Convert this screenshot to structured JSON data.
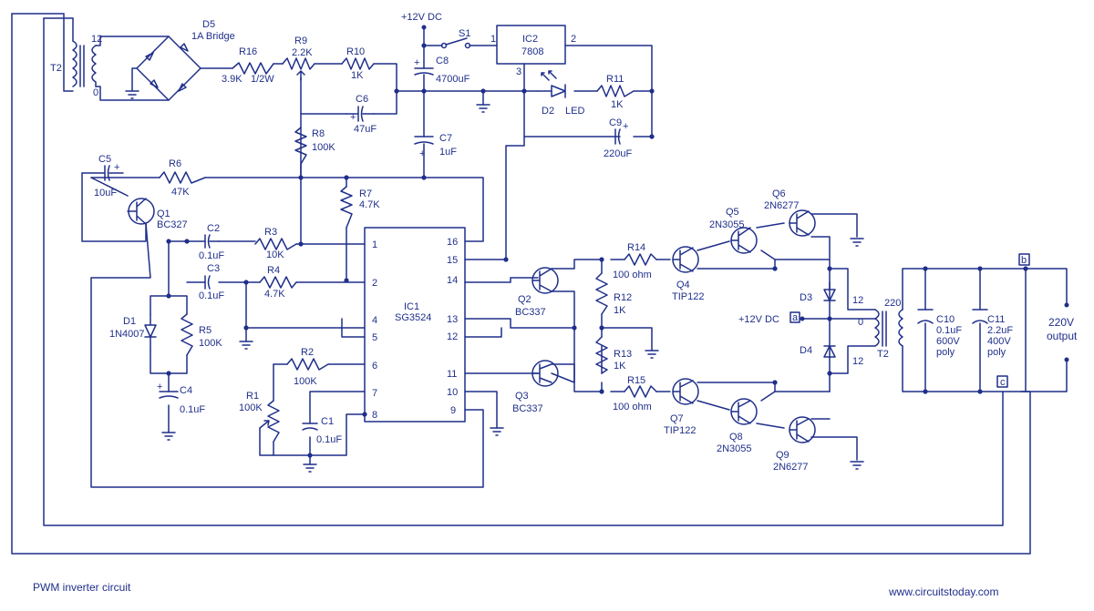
{
  "title": "PWM inverter circuit",
  "website": "www.circuitstoday.com",
  "colors": {
    "wire": "#1f2f8a",
    "background": "#ffffff"
  },
  "components": {
    "T2_left": {
      "ref": "T2",
      "pin_top": "12",
      "pin_bottom": "0"
    },
    "D5": {
      "ref": "D5",
      "value": "1A Bridge"
    },
    "R16": {
      "ref": "R16",
      "value": "3.9K",
      "rating": "1/2W"
    },
    "R9": {
      "ref": "R9",
      "value": "2.2K"
    },
    "R10": {
      "ref": "R10",
      "value": "1K"
    },
    "C6": {
      "ref": "C6",
      "value": "47uF"
    },
    "R8": {
      "ref": "R8",
      "value": "100K"
    },
    "supply_top": {
      "label": "+12V DC"
    },
    "S1": {
      "ref": "S1"
    },
    "C8": {
      "ref": "C8",
      "value": "4700uF"
    },
    "C7": {
      "ref": "C7",
      "value": "1uF"
    },
    "IC2": {
      "ref": "IC2",
      "value": "7808",
      "pin1": "1",
      "pin2": "2",
      "pin3": "3"
    },
    "D2": {
      "ref": "D2",
      "value": "LED"
    },
    "R11": {
      "ref": "R11",
      "value": "1K"
    },
    "C9": {
      "ref": "C9",
      "value": "220uF"
    },
    "C5": {
      "ref": "C5",
      "value": "10uF"
    },
    "R6": {
      "ref": "R6",
      "value": "47K"
    },
    "Q1": {
      "ref": "Q1",
      "value": "BC327"
    },
    "R7": {
      "ref": "R7",
      "value": "4.7K"
    },
    "C2": {
      "ref": "C2",
      "value": "0.1uF"
    },
    "R3": {
      "ref": "R3",
      "value": "10K"
    },
    "C3": {
      "ref": "C3",
      "value": "0.1uF"
    },
    "R4": {
      "ref": "R4",
      "value": "4.7K"
    },
    "D1": {
      "ref": "D1",
      "value": "1N4007"
    },
    "R5": {
      "ref": "R5",
      "value": "100K"
    },
    "C4": {
      "ref": "C4",
      "value": "0.1uF"
    },
    "R2": {
      "ref": "R2",
      "value": "100K"
    },
    "R1": {
      "ref": "R1",
      "value": "100K"
    },
    "C1": {
      "ref": "C1",
      "value": "0.1uF"
    },
    "IC1": {
      "ref": "IC1",
      "value": "SG3524",
      "pins_left": [
        "1",
        "2",
        "4",
        "5",
        "6",
        "7",
        "8"
      ],
      "pins_right": [
        "16",
        "15",
        "14",
        "13",
        "12",
        "11",
        "10",
        "9"
      ]
    },
    "Q2": {
      "ref": "Q2",
      "value": "BC337"
    },
    "Q3": {
      "ref": "Q3",
      "value": "BC337"
    },
    "R12": {
      "ref": "R12",
      "value": "1K"
    },
    "R13": {
      "ref": "R13",
      "value": "1K"
    },
    "R14": {
      "ref": "R14",
      "value": "100 ohm"
    },
    "R15": {
      "ref": "R15",
      "value": "100 ohm"
    },
    "Q4": {
      "ref": "Q4",
      "value": "TIP122"
    },
    "Q5": {
      "ref": "Q5",
      "value": "2N3055"
    },
    "Q6": {
      "ref": "Q6",
      "value": "2N6277"
    },
    "Q7": {
      "ref": "Q7",
      "value": "TIP122"
    },
    "Q8": {
      "ref": "Q8",
      "value": "2N3055"
    },
    "Q9": {
      "ref": "Q9",
      "value": "2N6277"
    },
    "D3": {
      "ref": "D3"
    },
    "D4": {
      "ref": "D4"
    },
    "supply_mid": {
      "label": "+12V DC",
      "node": "a"
    },
    "T2_right": {
      "ref": "T2",
      "pin_12_top": "12",
      "pin_0": "0",
      "pin_12_bottom": "12",
      "secondary": "220"
    },
    "C10": {
      "ref": "C10",
      "value": "0.1uF",
      "rating": "600V",
      "type": "poly"
    },
    "C11": {
      "ref": "C11",
      "value": "2.2uF",
      "rating": "400V",
      "type": "poly"
    },
    "node_b": "b",
    "node_c": "c",
    "output": {
      "line1": "220V",
      "line2": "output"
    }
  }
}
